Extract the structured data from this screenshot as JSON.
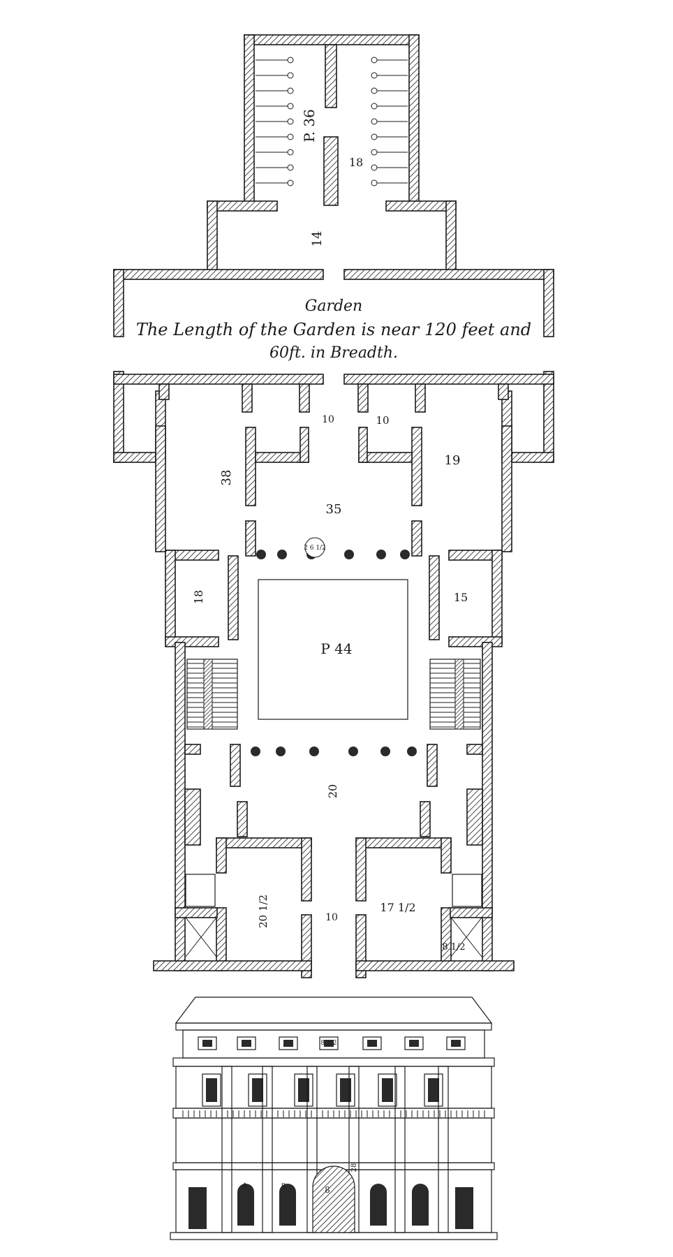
{
  "garden": {
    "title": "Garden",
    "line1": "The Length of the Garden is near 120 feet and",
    "line2": "60ft. in Breadth."
  },
  "rooms": {
    "top_hall": "P. 36",
    "top_width": "18",
    "passage": "14",
    "court": "P 44",
    "back_left": "38",
    "back_right": "19",
    "back_center": "35",
    "back_door_left": "10",
    "back_door_right": "10",
    "side_left": "18",
    "side_right": "15",
    "front_hall": "20",
    "front_left": "20 1/2",
    "front_right": "17 1/2",
    "entrance": "10",
    "corner": "8 1/2",
    "column_note": "2 6 1/2"
  },
  "elevation": {
    "arch_height": "28",
    "door_left": "4",
    "door_mid": "8",
    "door_center": "8",
    "attic": "8 1/2"
  }
}
